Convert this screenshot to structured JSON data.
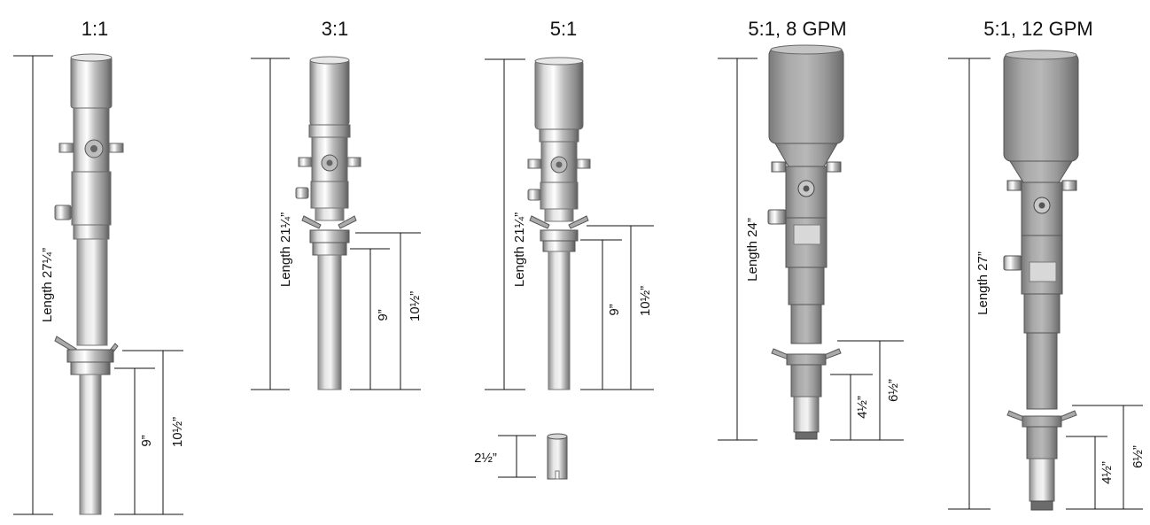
{
  "pumps": [
    {
      "id": "p1",
      "title": "1:1",
      "length_label": "Length 27¼”",
      "dim_a": "9”",
      "dim_b": "10½”"
    },
    {
      "id": "p2",
      "title": "3:1",
      "length_label": "Length 21¼”",
      "dim_a": "9”",
      "dim_b": "10½”"
    },
    {
      "id": "p3",
      "title": "5:1",
      "length_label": "Length 21¼”",
      "dim_a": "9”",
      "dim_b": "10½”",
      "accessory_label": "2½”"
    },
    {
      "id": "p4",
      "title": "5:1, 8 GPM",
      "length_label": "Length 24”",
      "dim_a": "4½”",
      "dim_b": "6½”"
    },
    {
      "id": "p5",
      "title": "5:1, 12 GPM",
      "length_label": "Length 27”",
      "dim_a": "4½”",
      "dim_b": "6½”"
    }
  ]
}
